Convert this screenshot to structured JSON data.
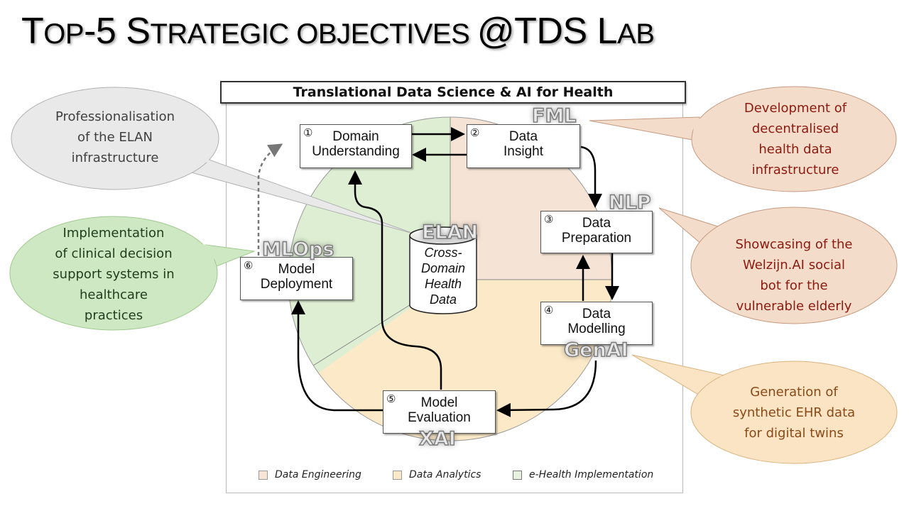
{
  "slide": {
    "title_parts": [
      {
        "text": "T",
        "style": "big"
      },
      {
        "text": "OP",
        "style": "sc"
      },
      {
        "text": "-5 ",
        "style": "big"
      },
      {
        "text": "S",
        "style": "big"
      },
      {
        "text": "TRATEGIC OBJECTIVES ",
        "style": "sc"
      },
      {
        "text": "@TDS ",
        "style": "big"
      },
      {
        "text": "L",
        "style": "big"
      },
      {
        "text": "AB",
        "style": "sc"
      }
    ],
    "title_full": "Top-5 Strategic objectives @TDS Lab"
  },
  "diagram": {
    "title": "Translational Data Science & AI for Health",
    "steps": [
      {
        "num": "①",
        "line1": "Domain",
        "line2": "Understanding"
      },
      {
        "num": "②",
        "line1": "Data",
        "line2": "Insight"
      },
      {
        "num": "③",
        "line1": "Data",
        "line2": "Preparation"
      },
      {
        "num": "④",
        "line1": "Data",
        "line2": "Modelling"
      },
      {
        "num": "⑤",
        "line1": "Model",
        "line2": "Evaluation"
      },
      {
        "num": "⑥",
        "line1": "Model",
        "line2": "Deployment"
      }
    ],
    "tags": {
      "fml": "FML",
      "nlp": "NLP",
      "genai": "GenAI",
      "xai": "XAI",
      "mlops": "MLOps",
      "elan": "ELAN"
    },
    "database": {
      "lines": [
        "Cross-",
        "Domain",
        "Health",
        "Data"
      ],
      "icon": "database-cylinder-icon"
    },
    "regions": {
      "data_engineering": "#f5e3d5",
      "data_analytics": "#fbe9c7",
      "ehealth": "#deeed3"
    },
    "legend": [
      {
        "label": "Data Engineering",
        "color": "#f7e4d6"
      },
      {
        "label": "Data Analytics",
        "color": "#fce9c9"
      },
      {
        "label": "e-Health Implementation",
        "color": "#e6f2de"
      }
    ]
  },
  "bubbles": [
    {
      "id": "elan",
      "lines": [
        "Professionalisation",
        "of the ELAN",
        "infrastructure"
      ],
      "fill": "#e9e9e9",
      "stroke": "#b0b0b0",
      "text_color": "#404040"
    },
    {
      "id": "cdss",
      "lines": [
        "Implementation",
        "of clinical decision",
        "support systems in",
        "healthcare",
        "practices"
      ],
      "fill": "#cfe8c4",
      "stroke": "#9fc98e",
      "text_color": "#1f3d1c"
    },
    {
      "id": "fml",
      "lines": [
        "Development of",
        "decentralised",
        "health data",
        "infrastructure"
      ],
      "fill": "#f4dccb",
      "stroke": "#c59a80",
      "text_color": "#8b1a10"
    },
    {
      "id": "nlp",
      "lines": [
        "Showcasing of the",
        "Welzijn.AI social",
        "bot for the",
        "vulnerable elderly"
      ],
      "fill": "#f4dccb",
      "stroke": "#c59a80",
      "text_color": "#8b1a10"
    },
    {
      "id": "genai",
      "lines": [
        "Generation of",
        "synthetic EHR data",
        "for digital twins"
      ],
      "fill": "#fbe4c4",
      "stroke": "#d8b27e",
      "text_color": "#8a4a18"
    }
  ]
}
